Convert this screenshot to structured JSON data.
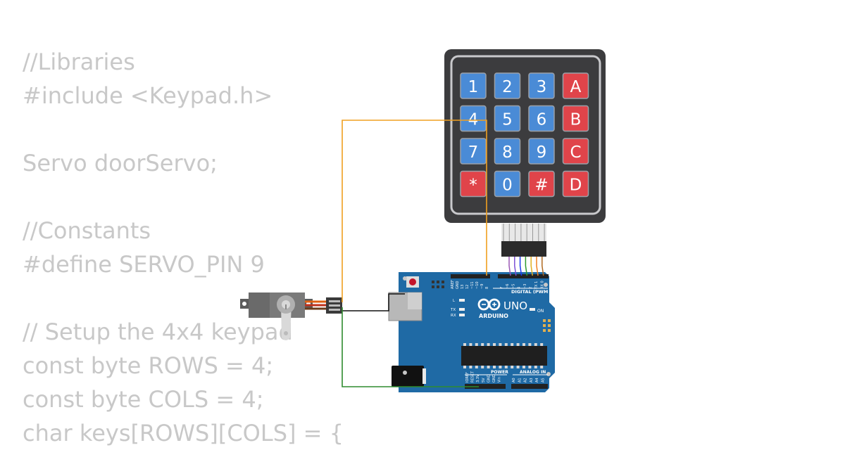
{
  "code_lines": [
    "//Libraries",
    "#include <Keypad.h>",
    "",
    "Servo doorServo;",
    "",
    "//Constants",
    "#define SERVO_PIN 9",
    "",
    "// Setup the 4x4 keypad",
    "const byte ROWS = 4;",
    "const byte COLS = 4;",
    "char keys[ROWS][COLS] = {"
  ],
  "keypad": {
    "keys": [
      [
        "1",
        "2",
        "3",
        "A"
      ],
      [
        "4",
        "5",
        "6",
        "B"
      ],
      [
        "7",
        "8",
        "9",
        "C"
      ],
      [
        "*",
        "0",
        "#",
        "D"
      ]
    ],
    "colors": {
      "body": "#3c3c3e",
      "frame": "#c9c9cc",
      "blue_key": "#4a8bd6",
      "red_key": "#e0444a"
    }
  },
  "arduino": {
    "logo_text": "ARDUINO",
    "model": "UNO",
    "digital_label": "DIGITAL (PWM ~)",
    "power_label": "POWER",
    "analog_label": "ANALOG IN",
    "on_label": "ON",
    "l_label": "L",
    "tx_label": "TX",
    "rx_label": "RX",
    "top_pins": [
      "AREF",
      "GND",
      "13",
      "12",
      "~11",
      "~10",
      "~9",
      "8",
      "7",
      "~6",
      "~5",
      "4",
      "~3",
      "2",
      "TX 1",
      "RX 0"
    ],
    "power_pins": [
      "IOREF",
      "RESET",
      "3.3V",
      "5V",
      "GND",
      "GND",
      "Vin"
    ],
    "analog_pins": [
      "A0",
      "A1",
      "A2",
      "A3",
      "A4",
      "A5"
    ],
    "color": "#1f6aa5"
  },
  "wire_colors": {
    "servo_signal": "#f0a020",
    "servo_ground": "#111111",
    "servo_power": "#2e8b2e",
    "keypad": [
      "#9b59b6",
      "#7b4fd6",
      "#1e3cf0",
      "#2e9a2e",
      "#e0b020",
      "#f08020",
      "#b06a20"
    ]
  },
  "icons": {
    "logo": "arduino-infinity-icon"
  }
}
